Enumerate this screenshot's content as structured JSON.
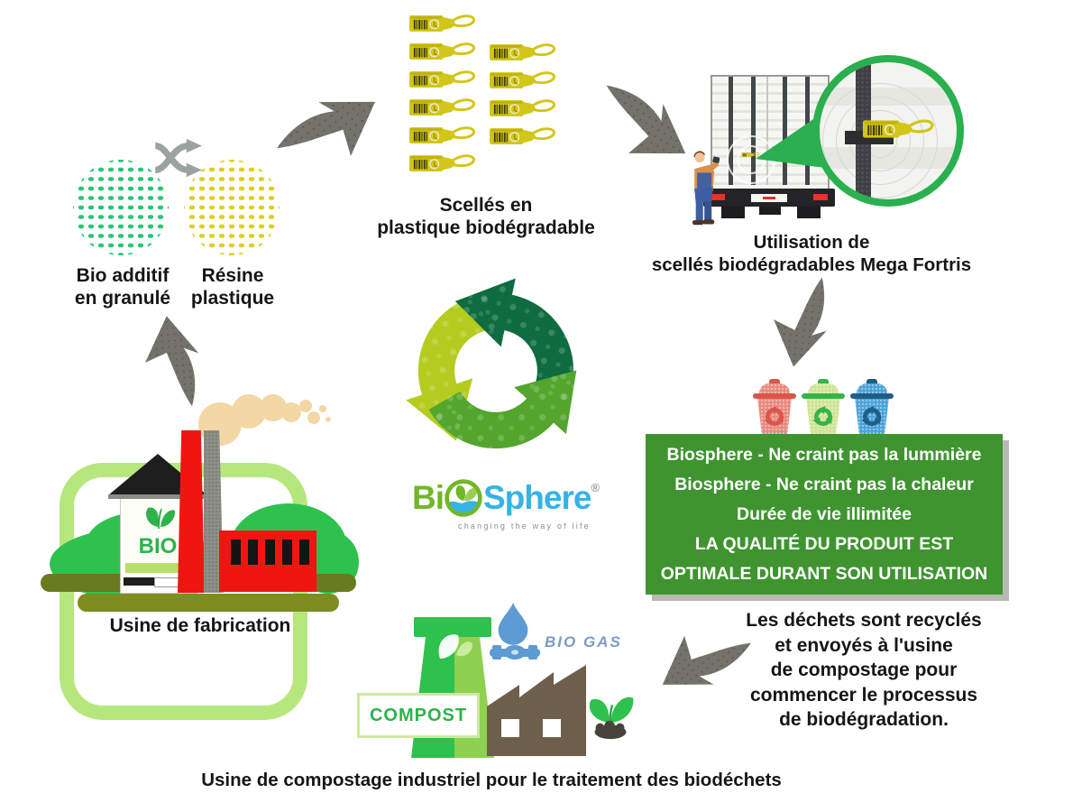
{
  "colors": {
    "bio_green": "#27c677",
    "resin_yellow": "#ddd01e",
    "arrow_gray": "#73736b",
    "seal_yellow": "#d2c619",
    "box_green": "#3f9430",
    "bin_red": "#e8897e",
    "bin_red_dark": "#d9574a",
    "bin_green": "#cfe492",
    "bin_green_dark": "#35b44a",
    "bin_blue": "#4aa2d9",
    "bin_blue_dark": "#1f5f86",
    "logo_lime": "#b6cb1f",
    "logo_dark_green": "#0e6c40",
    "logo_mid_green": "#53a52d",
    "brand_green": "#72b62a",
    "brand_blue": "#35b3e7",
    "magnifier_green": "#2ab04e",
    "factory_red": "#ef1612",
    "frame_green": "#b6e77d",
    "bush_green": "#2ec14e",
    "ground_olive": "#6a7a1e",
    "ground_olive_dark": "#7e8d1f",
    "smoke_beige": "#f3d7a4",
    "tower_green": "#2ec14e",
    "tower_light": "#8ed150",
    "compost_text": "#2db34a",
    "biogas_blue": "#5c9bd3",
    "biogas_text": "#7b9cc0",
    "brown_factory": "#6d5f4b",
    "text_dark": "#161616"
  },
  "materials": {
    "bio_additive_label": "Bio additif\nen granulé",
    "resin_label": "Résine\nplastique"
  },
  "seals": {
    "label": "Scellés en\nplastique biodégradable",
    "left_column_count": 6,
    "right_column_count": 4
  },
  "truck": {
    "caption": "Utilisation de\nscellés biodégradables Mega Fortris"
  },
  "info_box": {
    "lines": [
      "Biosphere - Ne craint pas la lummière",
      "Biosphere - Ne craint pas la chaleur",
      "Durée de vie illimitée",
      "LA QUALITÉ DU PRODUIT EST",
      "OPTIMALE DURANT SON UTILISATION"
    ]
  },
  "brand": {
    "part1": "Bi",
    "part2": "Sphere",
    "registered": "®",
    "tagline": "changing the way of life"
  },
  "factory": {
    "caption": "Usine de fabrication",
    "bio_label": "BIO"
  },
  "compost": {
    "compost_label": "COMPOST",
    "biogas_label": "BIO GAS"
  },
  "recycle_note": "Les déchets sont recyclés\net envoyés à l'usine\nde compostage pour\ncommencer le processus\nde biodégradation.",
  "bottom_caption": "Usine de compostage industriel pour le traitement des biodéchets",
  "icons": {
    "shuffle": "shuffle-arrows-icon",
    "seal": "security-seal-icon",
    "magnifier": "zoom-circle-icon",
    "flow_arrow": "flow-arrow-icon",
    "bins": [
      "recycling-bin-red-icon",
      "recycling-bin-green-icon",
      "recycling-bin-blue-icon"
    ],
    "recycling_logo": "recycling-arrows-logo",
    "flame": "biogas-flame-icon",
    "valve": "gas-pipe-valve-icon",
    "plant": "sprout-compost-icon",
    "truck": "truck-rear-icon",
    "worker": "worker-scanning-icon",
    "smoke": "smoke-icon",
    "leaf": "bio-leaf-icon"
  }
}
